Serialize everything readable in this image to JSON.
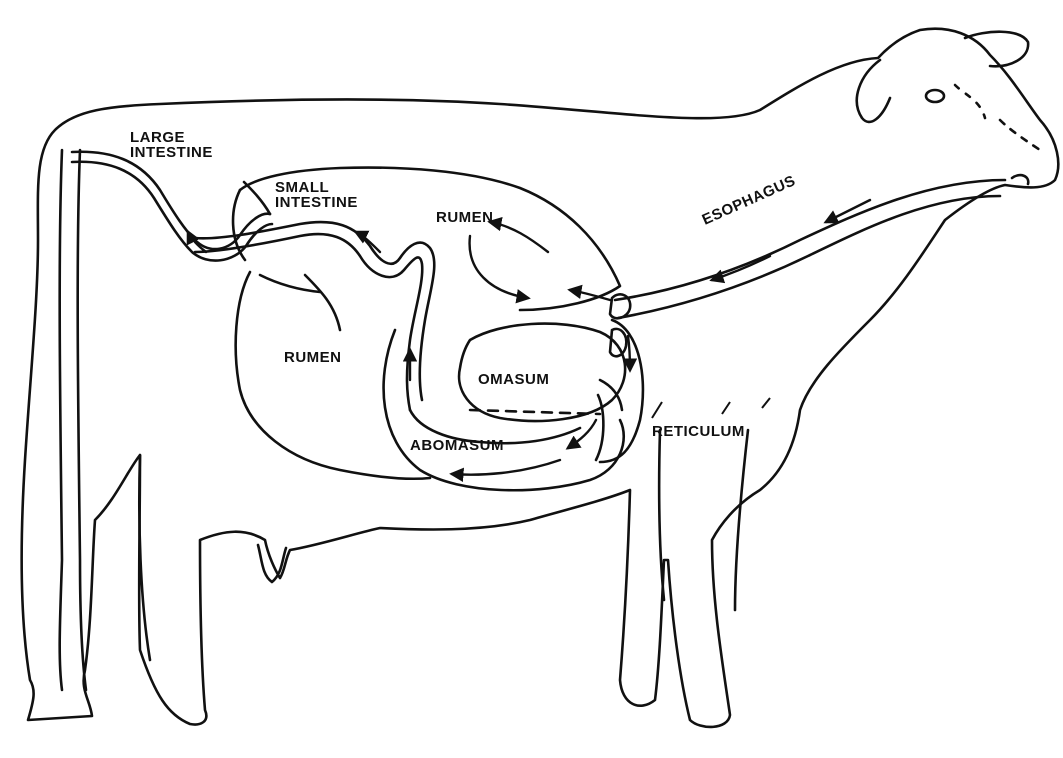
{
  "labels": {
    "large_intestine": [
      "LARGE",
      "INTESTINE"
    ],
    "small_intestine": [
      "SMALL",
      "INTESTINE"
    ],
    "rumen_top": "RUMEN",
    "rumen_left": "RUMEN",
    "omasum": "OMASUM",
    "abomasum": "ABOMASUM",
    "reticulum": "RETICULUM",
    "esophagus": "ESOPHAGUS"
  },
  "colors": {
    "ink": "#111111",
    "background": "#ffffff"
  }
}
